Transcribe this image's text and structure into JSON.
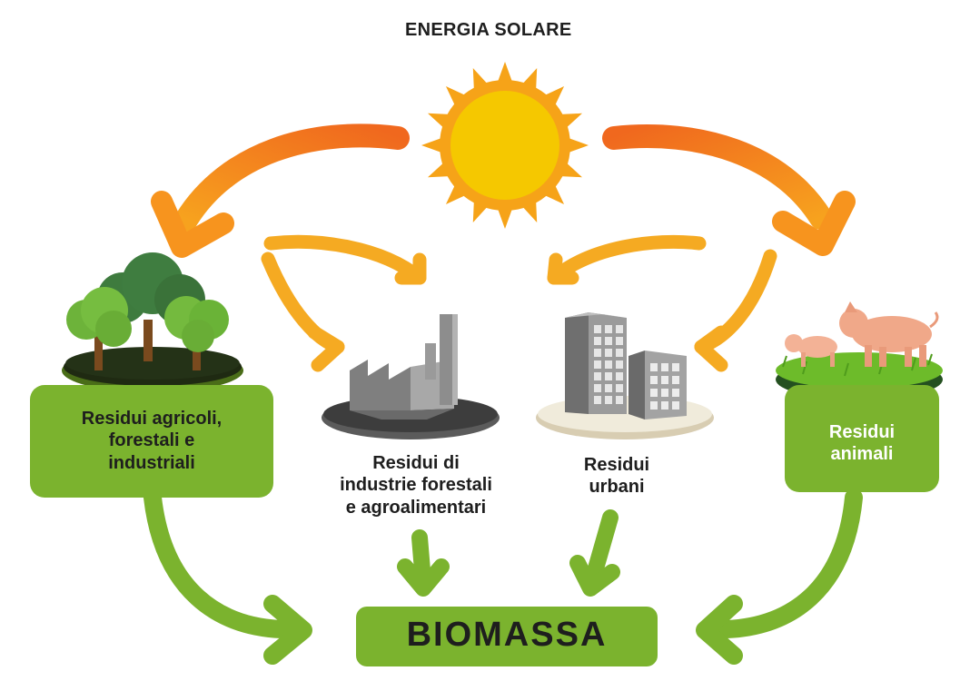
{
  "title": "ENERGIA SOLARE",
  "sources": [
    {
      "id": "agricoli",
      "lines": [
        "Residui agricoli,",
        "forestali e",
        "industriali"
      ]
    },
    {
      "id": "industrie",
      "lines": [
        "Residui di",
        "industrie forestali",
        "e agroalimentari"
      ]
    },
    {
      "id": "urbani",
      "lines": [
        "Residui",
        "urbani"
      ]
    },
    {
      "id": "animali",
      "lines": [
        "Residui",
        "animali"
      ]
    }
  ],
  "result": "BIOMASSA",
  "colors": {
    "sun_core": "#f5c800",
    "sun_rays": "#f6a318",
    "arrow_outer": "#f07a1e",
    "arrow_inner": "#f5aa22",
    "green": "#7bb32e",
    "green_dark": "#4f7d13",
    "text_dark": "#1e1e1e",
    "text_light": "#ffffff"
  },
  "icons": [
    "sun-icon",
    "trees-icon",
    "factory-icon",
    "buildings-icon",
    "pigs-icon"
  ]
}
